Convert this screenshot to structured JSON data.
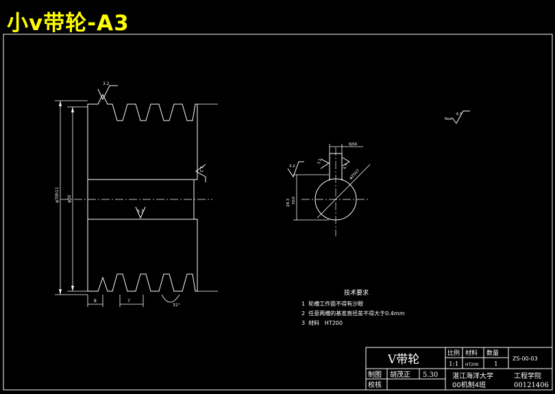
{
  "title": "小v带轮-A3",
  "pulley_view": {
    "rough_top": "3.2",
    "rough_side": "3.2",
    "rough_bore": "6.3",
    "dim_outer_dia": "φ70h11",
    "dim_pitch_dia": "φ50",
    "dim_left": "8",
    "dim_pitch": "7",
    "dim_angle": "31°"
  },
  "section_view": {
    "rough_left": "3.2",
    "rough_keyway": "3.2",
    "rough_keyway2": "6.3",
    "dim_key_width": "6JS9",
    "dim_bore_dia": "φ25H7",
    "dim_key_depth": "28.3",
    "dim_height": "H10"
  },
  "surface_note": {
    "rest_label": "Rest",
    "rest_value": "6.3"
  },
  "tech_requirements": {
    "heading": "技术要求",
    "items": [
      "1  轮槽工作面不得有沙眼",
      "2  任意两槽的基准直径差不得大于0.4mm",
      "3  材料   HT200"
    ]
  },
  "title_block": {
    "part_name": "V带轮",
    "scale_header": "比例",
    "material_header": "材料",
    "quantity_header": "数量",
    "scale_value": "1:1",
    "material_value": "HT200",
    "quantity_value": "1",
    "drawing_number": "ZS-00-03",
    "drawn_label": "制图",
    "drawn_name": "胡茂正",
    "drawn_date": "5.30",
    "check_label": "校核",
    "university": "湛江海洋大学",
    "class_name": "00机制4班",
    "school": "工程学院",
    "student_id": "00121406"
  }
}
